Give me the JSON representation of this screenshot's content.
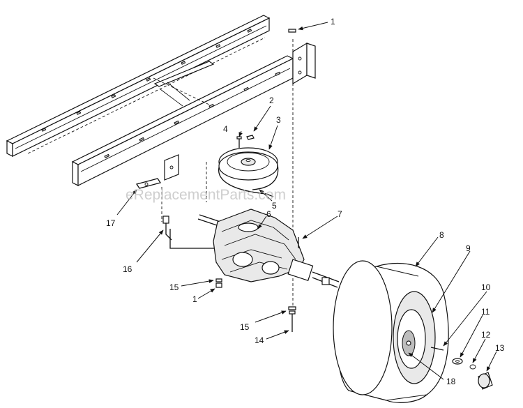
{
  "watermark": "eReplacementParts.com",
  "callouts": [
    {
      "id": "c1a",
      "label": "1"
    },
    {
      "id": "c2",
      "label": "2"
    },
    {
      "id": "c3",
      "label": "3"
    },
    {
      "id": "c4",
      "label": "4"
    },
    {
      "id": "c5",
      "label": "5"
    },
    {
      "id": "c6",
      "label": "6"
    },
    {
      "id": "c7",
      "label": "7"
    },
    {
      "id": "c8",
      "label": "8"
    },
    {
      "id": "c9",
      "label": "9"
    },
    {
      "id": "c10",
      "label": "10"
    },
    {
      "id": "c11",
      "label": "11"
    },
    {
      "id": "c12",
      "label": "12"
    },
    {
      "id": "c13",
      "label": "13"
    },
    {
      "id": "c14",
      "label": "14"
    },
    {
      "id": "c15a",
      "label": "15"
    },
    {
      "id": "c15b",
      "label": "15"
    },
    {
      "id": "c16",
      "label": "16"
    },
    {
      "id": "c17",
      "label": "17"
    },
    {
      "id": "c18",
      "label": "18"
    },
    {
      "id": "c1b",
      "label": "1"
    }
  ]
}
